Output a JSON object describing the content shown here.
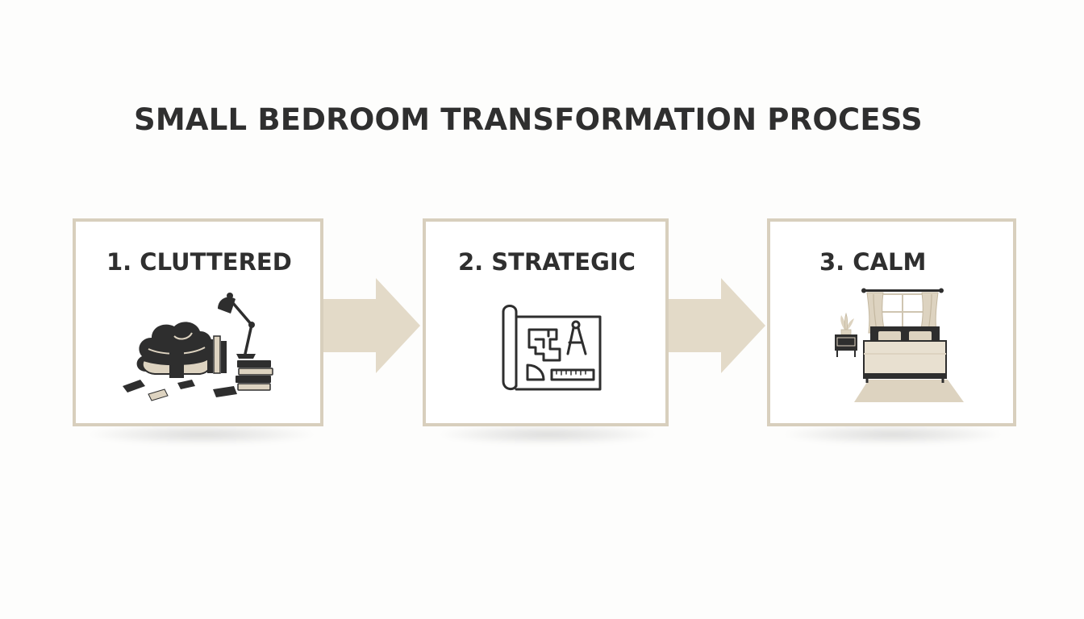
{
  "title": "SMALL BEDROOM TRANSFORMATION PROCESS",
  "colors": {
    "card_border": "#d8cfbd",
    "arrow": "#e3dac8",
    "title_text": "#2f2f2f",
    "icon_dark": "#2e2e2e",
    "icon_beige": "#ddd3c0"
  },
  "steps": [
    {
      "label": "1. CLUTTERED",
      "icon": "clutter-pile-icon"
    },
    {
      "label": "2. STRATEGIC",
      "icon": "floor-plan-blueprint-icon"
    },
    {
      "label": "3. CALM",
      "icon": "tidy-bedroom-icon"
    }
  ]
}
